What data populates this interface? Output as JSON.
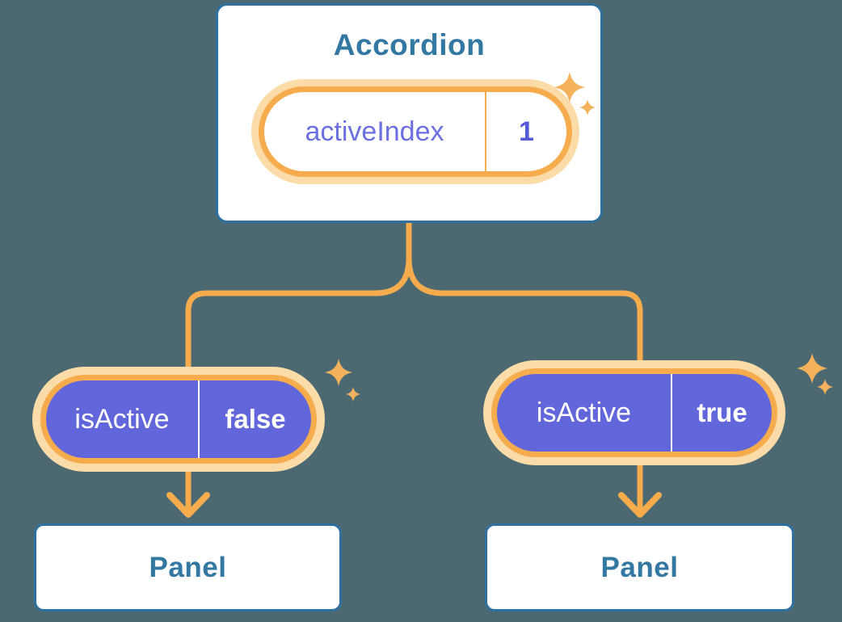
{
  "theme": {
    "bg": "#4C6972",
    "line": "#F6AC4D",
    "halo": "#FBDCA8",
    "purple": "#6266DB",
    "purple_text": "#6B6FE0",
    "purple_text_bold": "#5459D6",
    "blue_text": "#3377A3",
    "border_blue": "#2E71A0",
    "sparkle": "#F5B15C",
    "pill_text_white": "#FFFFFF"
  },
  "accordion": {
    "title": "Accordion",
    "state_pill": {
      "label": "activeIndex",
      "value": "1"
    }
  },
  "left_branch": {
    "prop_pill": {
      "label": "isActive",
      "value": "false"
    },
    "panel": {
      "label": "Panel"
    }
  },
  "right_branch": {
    "prop_pill": {
      "label": "isActive",
      "value": "true"
    },
    "panel": {
      "label": "Panel"
    }
  },
  "icons": {
    "sparkle": "four-pointed-star"
  }
}
